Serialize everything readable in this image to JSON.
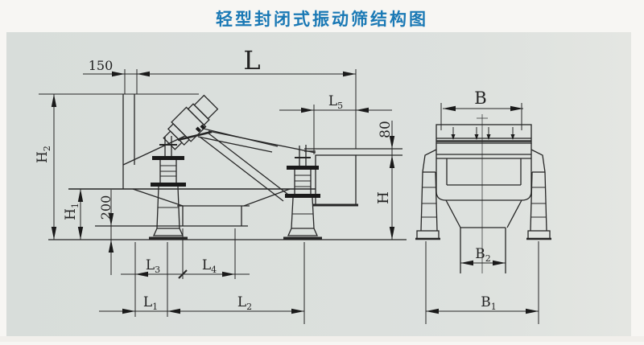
{
  "title": "轻型封闭式振动筛结构图",
  "colors": {
    "title_blue": "#1a79b5",
    "panel_background": "#dbdfdc",
    "line": "#262626",
    "page_background": "#f7f6f3"
  },
  "drawing": {
    "description_views": [
      "side-view",
      "front-view"
    ],
    "dims": {
      "offset_150": "150",
      "l": "L",
      "l5": {
        "base": "L",
        "sub": "5"
      },
      "h80": "80",
      "h2": {
        "base": "H",
        "sub": "2"
      },
      "h1": {
        "base": "H",
        "sub": "1"
      },
      "c200": "200",
      "h": "H",
      "l3": {
        "base": "L",
        "sub": "3"
      },
      "l4": {
        "base": "L",
        "sub": "4"
      },
      "l1": {
        "base": "L",
        "sub": "1"
      },
      "l2": {
        "base": "L",
        "sub": "2"
      },
      "b": "B",
      "b2": {
        "base": "B",
        "sub": "2"
      },
      "b1": {
        "base": "B",
        "sub": "1"
      }
    }
  }
}
